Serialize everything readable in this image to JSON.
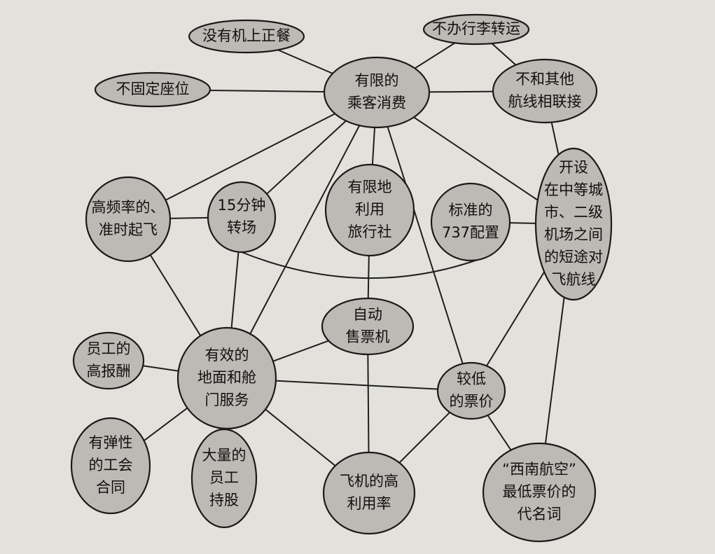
{
  "title": "Activity system map",
  "nodes": [
    {
      "id": "no_meals",
      "lines": [
        "没有机上正餐"
      ]
    },
    {
      "id": "no_baggage",
      "lines": [
        "不办行李转运"
      ]
    },
    {
      "id": "limited_service",
      "lines": [
        "有限的",
        "乘客消费"
      ]
    },
    {
      "id": "no_seats",
      "lines": [
        "不固定座位"
      ]
    },
    {
      "id": "no_connections",
      "lines": [
        "不和其他",
        "航线相联接"
      ]
    },
    {
      "id": "short_haul",
      "lines": [
        "开设",
        "在中等城",
        "市、二级",
        "机场之间",
        "的短途对",
        "飞航线"
      ]
    },
    {
      "id": "frequent",
      "lines": [
        "高频率的、",
        "准时起飞"
      ]
    },
    {
      "id": "turnaround",
      "lines": [
        "15分钟",
        "转场"
      ]
    },
    {
      "id": "travel_agents",
      "lines": [
        "有限地",
        "利用",
        "旅行社"
      ]
    },
    {
      "id": "fleet_737",
      "lines": [
        "标准的",
        "737配置"
      ]
    },
    {
      "id": "ticketing",
      "lines": [
        "自动",
        "售票机"
      ]
    },
    {
      "id": "high_pay",
      "lines": [
        "员工的",
        "高报酬"
      ]
    },
    {
      "id": "ground_crew",
      "lines": [
        "有效的",
        "地面和舱",
        "门服务"
      ]
    },
    {
      "id": "low_fares",
      "lines": [
        "较低",
        "的票价"
      ]
    },
    {
      "id": "union",
      "lines": [
        "有弹性",
        "的工会",
        "合同"
      ]
    },
    {
      "id": "stock",
      "lines": [
        "大量的",
        "员工",
        "持股"
      ]
    },
    {
      "id": "utilization",
      "lines": [
        "飞机的高",
        "利用率"
      ]
    },
    {
      "id": "brand",
      "lines": [
        "“西南航空”",
        "最低票价的",
        "代名词"
      ]
    }
  ],
  "edges": [
    [
      "no_meals",
      "limited_service"
    ],
    [
      "no_baggage",
      "limited_service"
    ],
    [
      "no_baggage",
      "no_connections"
    ],
    [
      "no_seats",
      "limited_service"
    ],
    [
      "limited_service",
      "no_connections"
    ],
    [
      "no_connections",
      "short_haul"
    ],
    [
      "limited_service",
      "short_haul"
    ],
    [
      "limited_service",
      "frequent"
    ],
    [
      "limited_service",
      "turnaround"
    ],
    [
      "limited_service",
      "travel_agents"
    ],
    [
      "limited_service",
      "ground_crew"
    ],
    [
      "limited_service",
      "low_fares"
    ],
    [
      "frequent",
      "turnaround"
    ],
    [
      "frequent",
      "ground_crew"
    ],
    [
      "turnaround",
      "ground_crew"
    ],
    [
      "travel_agents",
      "ticketing"
    ],
    [
      "fleet_737",
      "short_haul"
    ],
    [
      "high_pay",
      "ground_crew"
    ],
    [
      "ticketing",
      "ground_crew"
    ],
    [
      "ground_crew",
      "low_fares"
    ],
    [
      "ground_crew",
      "union"
    ],
    [
      "ground_crew",
      "stock"
    ],
    [
      "ground_crew",
      "utilization"
    ],
    [
      "ticketing",
      "utilization"
    ],
    [
      "low_fares",
      "utilization"
    ],
    [
      "low_fares",
      "short_haul"
    ],
    [
      "short_haul",
      "brand"
    ],
    [
      "low_fares",
      "brand"
    ]
  ],
  "curved_edges": [
    [
      "turnaround",
      "fleet_737"
    ]
  ]
}
